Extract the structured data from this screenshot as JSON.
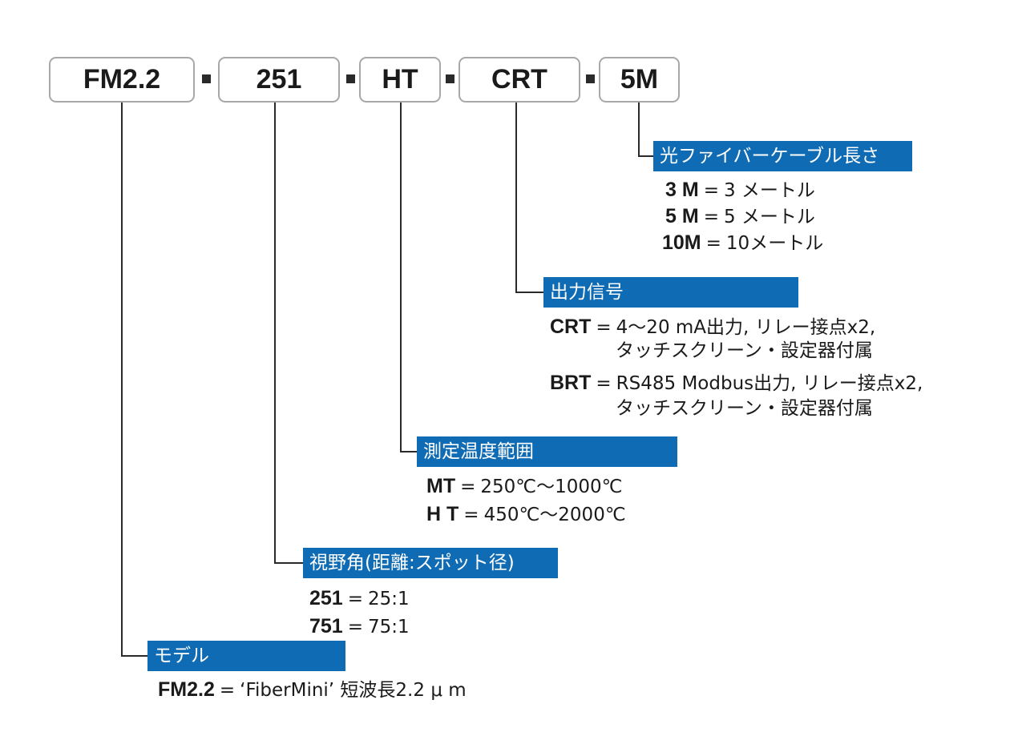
{
  "code_parts": [
    "FM2.2",
    "251",
    "HT",
    "CRT",
    "5M"
  ],
  "separator": "-",
  "sections": {
    "cable": {
      "title": "光ファイバーケーブル長さ",
      "options": [
        {
          "code": "3 M",
          "eq": "=",
          "desc": "3 メートル"
        },
        {
          "code": "5 M",
          "eq": "=",
          "desc": "5 メートル"
        },
        {
          "code": "10M",
          "eq": "=",
          "desc": "10メートル"
        }
      ]
    },
    "output": {
      "title": "出力信号",
      "options": [
        {
          "code": "CRT",
          "eq": "=",
          "desc": "4〜20 mA出力, リレー接点x2,",
          "desc2": "タッチスクリーン・設定器付属"
        },
        {
          "code": "BRT",
          "eq": "=",
          "desc": "RS485 Modbus出力, リレー接点x2,",
          "desc2": "タッチスクリーン・設定器付属"
        }
      ]
    },
    "temp": {
      "title": "測定温度範囲",
      "options": [
        {
          "code": "MT",
          "eq": "=",
          "desc": "250℃〜1000℃"
        },
        {
          "code": "H T",
          "eq": "=",
          "desc": "450℃〜2000℃"
        }
      ]
    },
    "fov": {
      "title": "視野角(距離:スポット径)",
      "options": [
        {
          "code": "251",
          "eq": "=",
          "desc": "25:1"
        },
        {
          "code": "751",
          "eq": "=",
          "desc": "75:1"
        }
      ]
    },
    "model": {
      "title": "モデル",
      "options": [
        {
          "code": "FM2.2",
          "eq": "=",
          "desc": "‘FiberMini’ 短波長2.2 μ m"
        }
      ]
    }
  },
  "colors": {
    "band": "#0f6bb4",
    "box_border": "#a8a8a8",
    "line": "#2a2a2a"
  }
}
